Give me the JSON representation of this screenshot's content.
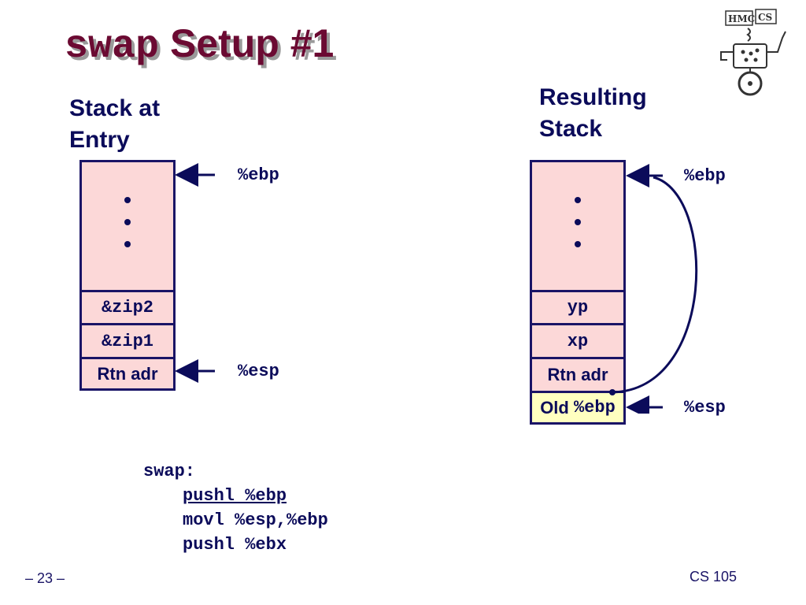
{
  "title": {
    "code": "swap",
    "rest": "Setup #1"
  },
  "left": {
    "heading_line1": "Stack at",
    "heading_line2": "Entry",
    "cells": [
      "&zip2",
      "&zip1",
      "Rtn adr"
    ],
    "ebp_label": "%ebp",
    "esp_label": "%esp"
  },
  "right": {
    "heading_line1": "Resulting",
    "heading_line2": "Stack",
    "cells": [
      "yp",
      "xp",
      "Rtn adr"
    ],
    "old_prefix": "Old",
    "old_reg": "%ebp",
    "ebp_label": "%ebp",
    "esp_label": "%esp"
  },
  "code": {
    "label": "swap:",
    "lines": [
      "pushl %ebp",
      "movl %esp,%ebp",
      "pushl %ebx"
    ]
  },
  "footer": {
    "page": "– 23 –",
    "course": "CS 105"
  },
  "logo": {
    "text": "HMC CS"
  },
  "colors": {
    "accent": "#6b0a32",
    "navy": "#1a1466",
    "cell_pink": "#fcd8d8",
    "cell_yellow": "#ffffc0"
  }
}
